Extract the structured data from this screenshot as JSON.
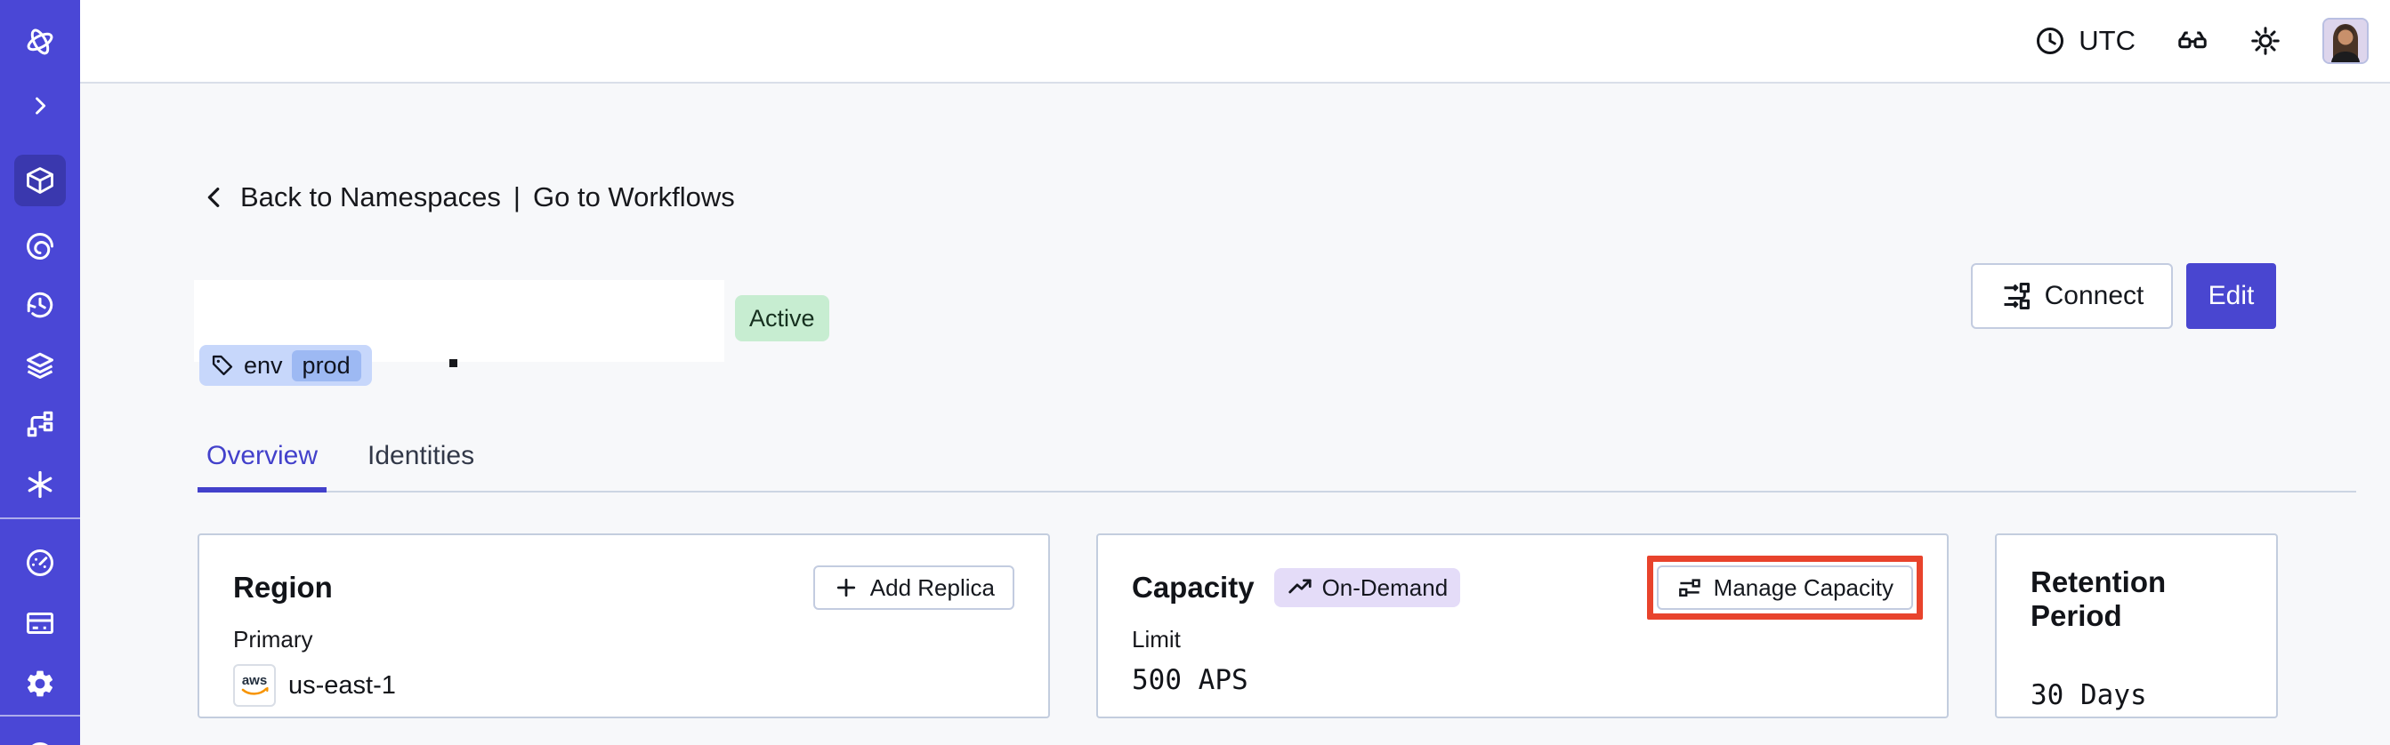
{
  "colors": {
    "sidebar": "#4a47d6",
    "sidebar_active": "#3a38ae",
    "accent_indigo": "#4341cb",
    "edit_button": "#4946d0",
    "status_active_bg": "#c7edd1",
    "tag_bg": "#c7d7fb",
    "tag_value_bg": "#9db9f3",
    "ondemand_badge_bg": "#e4dcf8",
    "annotation_red": "#e8432c",
    "content_bg": "#f7f8fa",
    "card_border": "#c3cdde"
  },
  "sidebar": {
    "items": [
      {
        "icon": "temporal-logo-icon"
      },
      {
        "icon": "chevron-right-icon"
      },
      {
        "icon": "namespaces-cube-icon",
        "active": true
      },
      {
        "icon": "swirl-icon"
      },
      {
        "icon": "history-clock-icon"
      },
      {
        "icon": "layers-icon"
      },
      {
        "icon": "branch-nodes-icon"
      },
      {
        "icon": "asterisk-icon"
      },
      {
        "icon": "gauge-icon"
      },
      {
        "icon": "billing-card-icon"
      },
      {
        "icon": "gear-icon"
      },
      {
        "icon": "help-circle-icon"
      }
    ]
  },
  "topbar": {
    "timezone": "UTC",
    "icons": [
      "clock-icon",
      "glasses-icon",
      "sun-icon",
      "avatar"
    ]
  },
  "breadcrumb": {
    "back_label": "Back to Namespaces",
    "separator": "|",
    "go_label": "Go to Workflows"
  },
  "header": {
    "status_badge": "Active",
    "tag_key": "env",
    "tag_value": "prod",
    "connect_label": "Connect",
    "edit_label": "Edit"
  },
  "tabs": [
    {
      "label": "Overview",
      "active": true
    },
    {
      "label": "Identities",
      "active": false
    }
  ],
  "cards": {
    "region": {
      "title": "Region",
      "action_label": "Add Replica",
      "label": "Primary",
      "provider": "aws",
      "value": "us-east-1"
    },
    "capacity": {
      "title": "Capacity",
      "badge": "On-Demand",
      "action_label": "Manage Capacity",
      "action_highlighted": true,
      "label": "Limit",
      "value": "500 APS"
    },
    "retention": {
      "title": "Retention Period",
      "value": "30 Days"
    }
  }
}
